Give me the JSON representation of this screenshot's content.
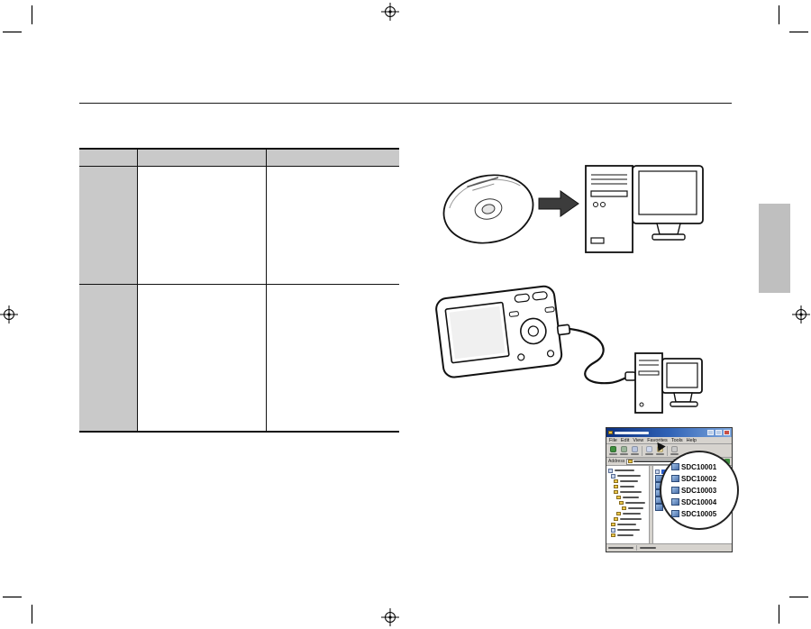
{
  "colors": {
    "table_gray": "#c9c9c9",
    "side_tab_gray": "#bfbfbf",
    "titlebar_blue": "#0a2f7e",
    "selection_blue": "#2a5cc8"
  },
  "table": {
    "header_cells": [
      "",
      "",
      ""
    ],
    "body_rows": [
      [
        "",
        "",
        ""
      ],
      [
        "",
        "",
        ""
      ]
    ]
  },
  "illustrations": {
    "cd_to_computer": {
      "icons": [
        "software-cd-icon",
        "arrow-right-icon",
        "desktop-computer-icon"
      ]
    },
    "camera_to_computer": {
      "icons": [
        "camera-back-icon",
        "usb-cable-icon",
        "desktop-computer-icon"
      ]
    }
  },
  "explorer": {
    "menu": [
      "File",
      "Edit",
      "View",
      "Favorites",
      "Tools",
      "Help"
    ],
    "address_label": "Address",
    "magnified_files": [
      "SDC10001",
      "SDC10002",
      "SDC10003",
      "SDC10004",
      "SDC10005"
    ]
  }
}
